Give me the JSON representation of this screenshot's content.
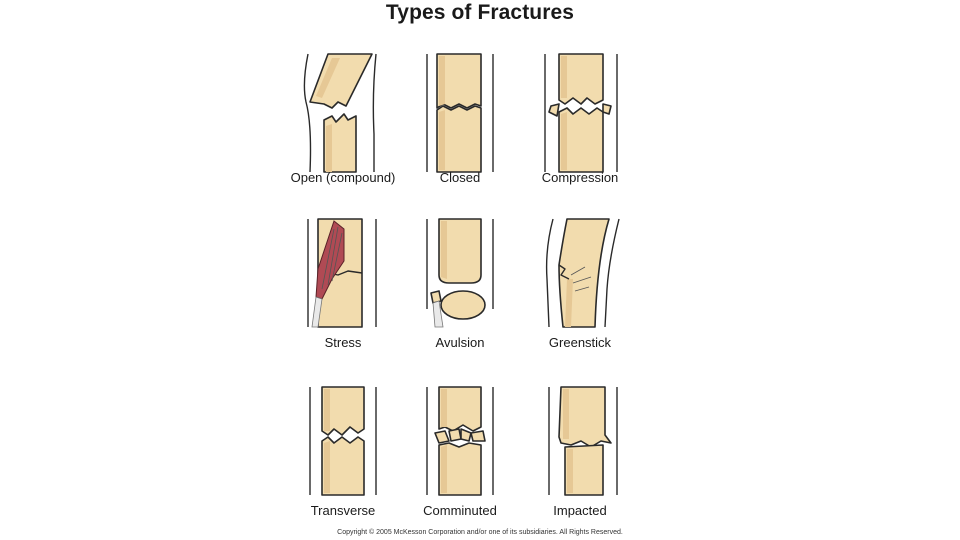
{
  "title": "Types of Fractures",
  "fractures": [
    {
      "label": "Open (compound)"
    },
    {
      "label": "Closed"
    },
    {
      "label": "Compression"
    },
    {
      "label": "Stress"
    },
    {
      "label": "Avulsion"
    },
    {
      "label": "Greenstick"
    },
    {
      "label": "Transverse"
    },
    {
      "label": "Comminuted"
    },
    {
      "label": "Impacted"
    }
  ],
  "copyright": "Copyright © 2005 McKesson Corporation and/or one of its subsidiaries. All Rights Reserved.",
  "colors": {
    "bone": "#f2dcae",
    "outline": "#2a2a2a",
    "muscle": "#b04a54"
  }
}
